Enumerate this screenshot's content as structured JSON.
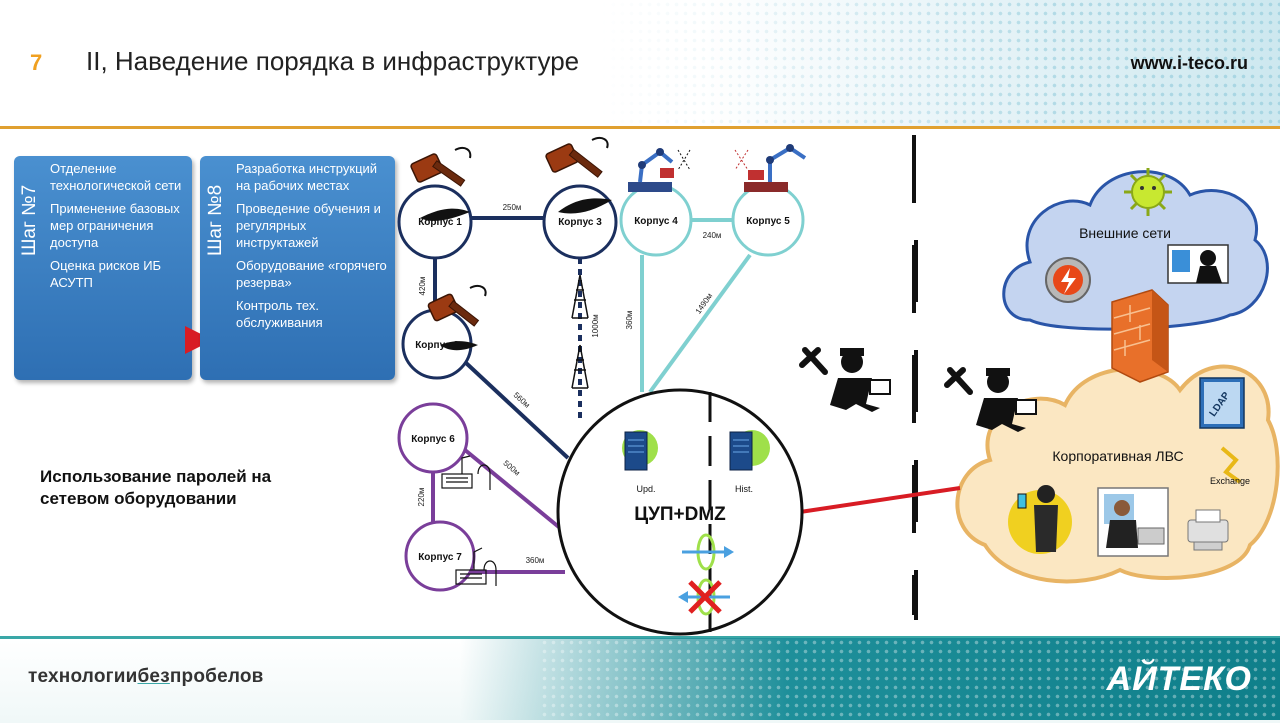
{
  "header": {
    "slide_number": "7",
    "title": "II, Наведение порядка в инфраструктуре",
    "url": "www.i-teco.ru"
  },
  "steps": [
    {
      "label": "Шаг №7",
      "items": [
        "Отделение технологической сети",
        "Применение базовых мер ограничения доступа",
        "Оценка рисков ИБ АСУТП"
      ]
    },
    {
      "label": "Шаг №8",
      "items": [
        "Разработка инструкций на рабочих местах",
        "Проведение обучения и регулярных инструктажей",
        "Оборудование «горячего резерва»",
        "Контроль тех. обслуживания"
      ]
    }
  ],
  "note": [
    "Использование паролей на",
    "сетевом оборудовании"
  ],
  "nodes": {
    "k1": "Корпус 1",
    "k2": "Корпус 2",
    "k3": "Корпус 3",
    "k4": "Корпус 4",
    "k5": "Корпус 5",
    "k6": "Корпус 6",
    "k7": "Корпус 7",
    "center": "ЦУП+DMZ",
    "upd": "Upd.",
    "hist": "Hist."
  },
  "links": {
    "k1_k3": "250м",
    "k4_k5": "240м",
    "k1_k2": "420м",
    "k3_radio": "1000м",
    "k4_center": "360м",
    "k5_center": "1490м",
    "k2_center": "560м",
    "k6_center": "500м",
    "k6_k7": "220м",
    "k7_center": "360м"
  },
  "clouds": {
    "external": "Внешние сети",
    "corporate": "Корпоративная ЛВС",
    "ldap": "LDAP",
    "exchange": "Exchange"
  },
  "footer": {
    "brand_left": [
      "технологии",
      "без",
      "пробелов"
    ],
    "brand_right": "АЙТЕКО"
  },
  "colors": {
    "accent": "#f0a020",
    "step_blue": "#2e6fb3",
    "link_navy": "#1b2f5e",
    "link_teal": "#7fd0d0",
    "link_purple": "#7a3e9a",
    "link_red": "#d81c24"
  }
}
